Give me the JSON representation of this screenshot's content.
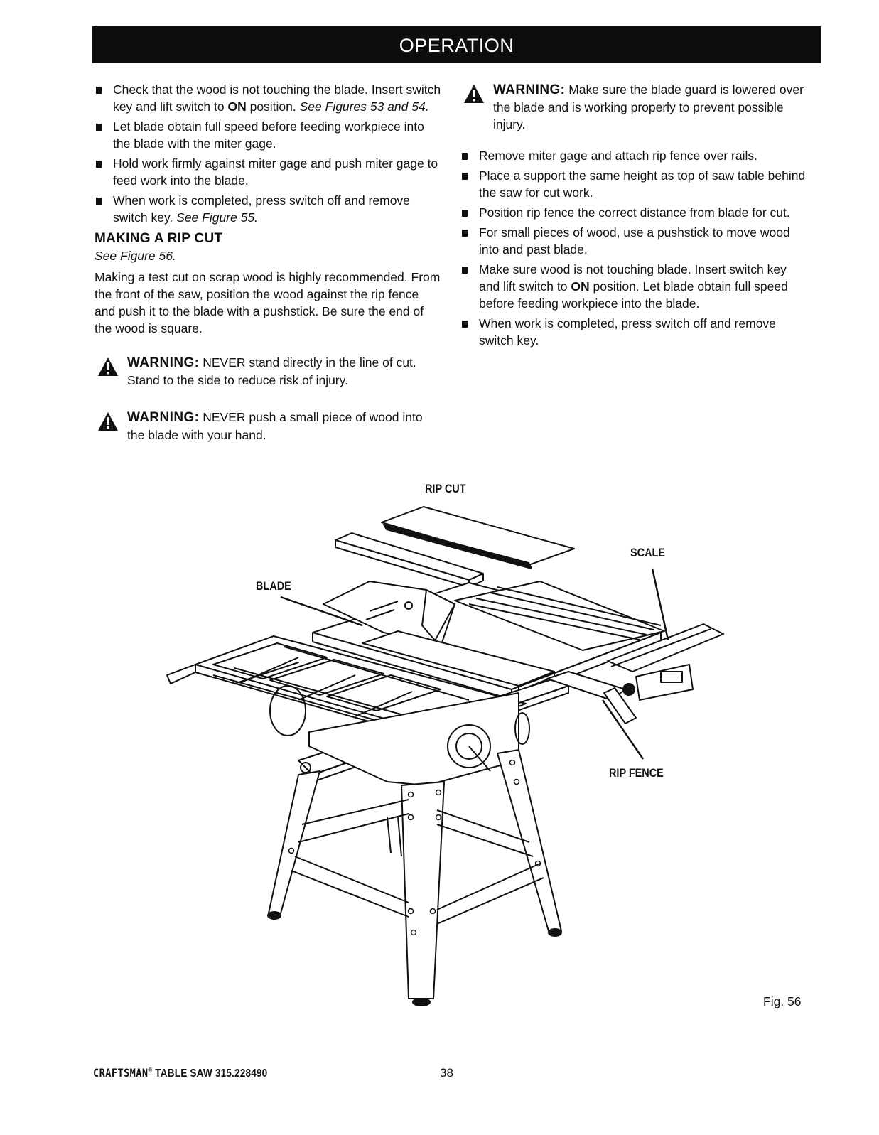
{
  "header": {
    "title": "OPERATION"
  },
  "left": {
    "bullets_top": [
      {
        "pre": "Check that the wood is not touching the blade. Insert switch key and lift switch to ",
        "bold": "ON",
        "post": " position. ",
        "italic": "See Figures 53 and 54."
      },
      {
        "text": "Let blade obtain full speed before feeding workpiece into the blade with the miter gage."
      },
      {
        "text": "Hold work firmly against miter gage and push miter gage to feed work into the blade."
      },
      {
        "pre": "When work is completed, press switch off and remove switch key. ",
        "italic": "See Figure 55."
      }
    ],
    "section_heading": "MAKING A RIP CUT",
    "section_see": "See Figure 56.",
    "paragraph": "Making a test cut on scrap wood is highly recom­mended. From the front of the saw, position the wood against the rip fence and push it to the blade with a pushstick. Be sure the end of the wood is square.",
    "warning_1": {
      "label": "WARNING:",
      "text": " NEVER stand directly in the line of cut. Stand to the side to reduce risk of injury."
    },
    "warning_2": {
      "label": "WARNING:",
      "text": " NEVER push a small piece of wood into the blade with your hand."
    }
  },
  "right": {
    "warning": {
      "label": "WARNING:",
      "text": " Make sure the blade guard is lowered over the blade and is working properly to prevent possible injury."
    },
    "bullets": [
      {
        "text": "Remove miter gage and attach rip fence over rails."
      },
      {
        "text": "Place a support the same height as top of saw table behind the saw for cut work."
      },
      {
        "text": "Position rip fence the correct distance from blade for cut."
      },
      {
        "text": "For small pieces of wood, use a pushstick to move wood into and past blade."
      },
      {
        "pre": "Make sure wood is not touching blade. Insert switch key and lift switch to ",
        "bold": "ON",
        "post": " position. Let blade obtain full speed before feeding workpiece into the blade."
      },
      {
        "text": "When work is completed, press switch off and remove switch key."
      }
    ]
  },
  "figure": {
    "title": "RIP CUT",
    "labels": {
      "blade": "BLADE",
      "scale": "SCALE",
      "rip_fence": "RIP FENCE"
    },
    "number": "Fig. 56"
  },
  "footer": {
    "brand": "CRAFTSMAN",
    "mark": "®",
    "model": " TABLE SAW 315.228490",
    "page": "38"
  }
}
